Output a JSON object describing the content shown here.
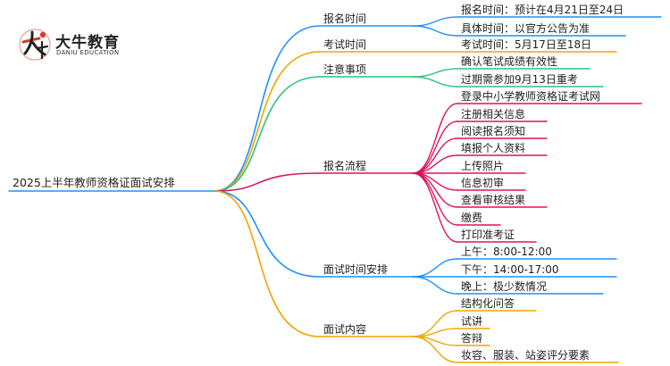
{
  "logo": {
    "cn": "大牛教育",
    "en": "DANIU EDUCATION"
  },
  "root": "2025上半年教师资格证面试安排",
  "branches": [
    {
      "id": "b1",
      "label": "报名时间",
      "color": "#1e90ff",
      "children": [
        "报名时间：预计在4月21日至24日",
        "具体时间：以官方公告为准"
      ]
    },
    {
      "id": "b2",
      "label": "考试时间",
      "color": "#f0a500",
      "children": [
        "考试时间：5月17日至18日"
      ]
    },
    {
      "id": "b3",
      "label": "注意事项",
      "color": "#2ec27e",
      "children": [
        "确认笔试成绩有效性",
        "过期需参加9月13日重考"
      ]
    },
    {
      "id": "b4",
      "label": "报名流程",
      "color": "#e0115f",
      "children": [
        "登录中小学教师资格证考试网",
        "注册相关信息",
        "阅读报名须知",
        "填报个人资料",
        "上传照片",
        "信息初审",
        "查看审核结果",
        "缴费",
        "打印准考证"
      ]
    },
    {
      "id": "b5",
      "label": "面试时间安排",
      "color": "#1e90ff",
      "children": [
        "上午：8:00-12:00",
        "下午：14:00-17:00",
        "晚上：极少数情况"
      ]
    },
    {
      "id": "b6",
      "label": "面试内容",
      "color": "#f0a500",
      "children": [
        "结构化问答",
        "试讲",
        "答辩",
        "妆容、服装、站姿评分要素"
      ]
    }
  ]
}
